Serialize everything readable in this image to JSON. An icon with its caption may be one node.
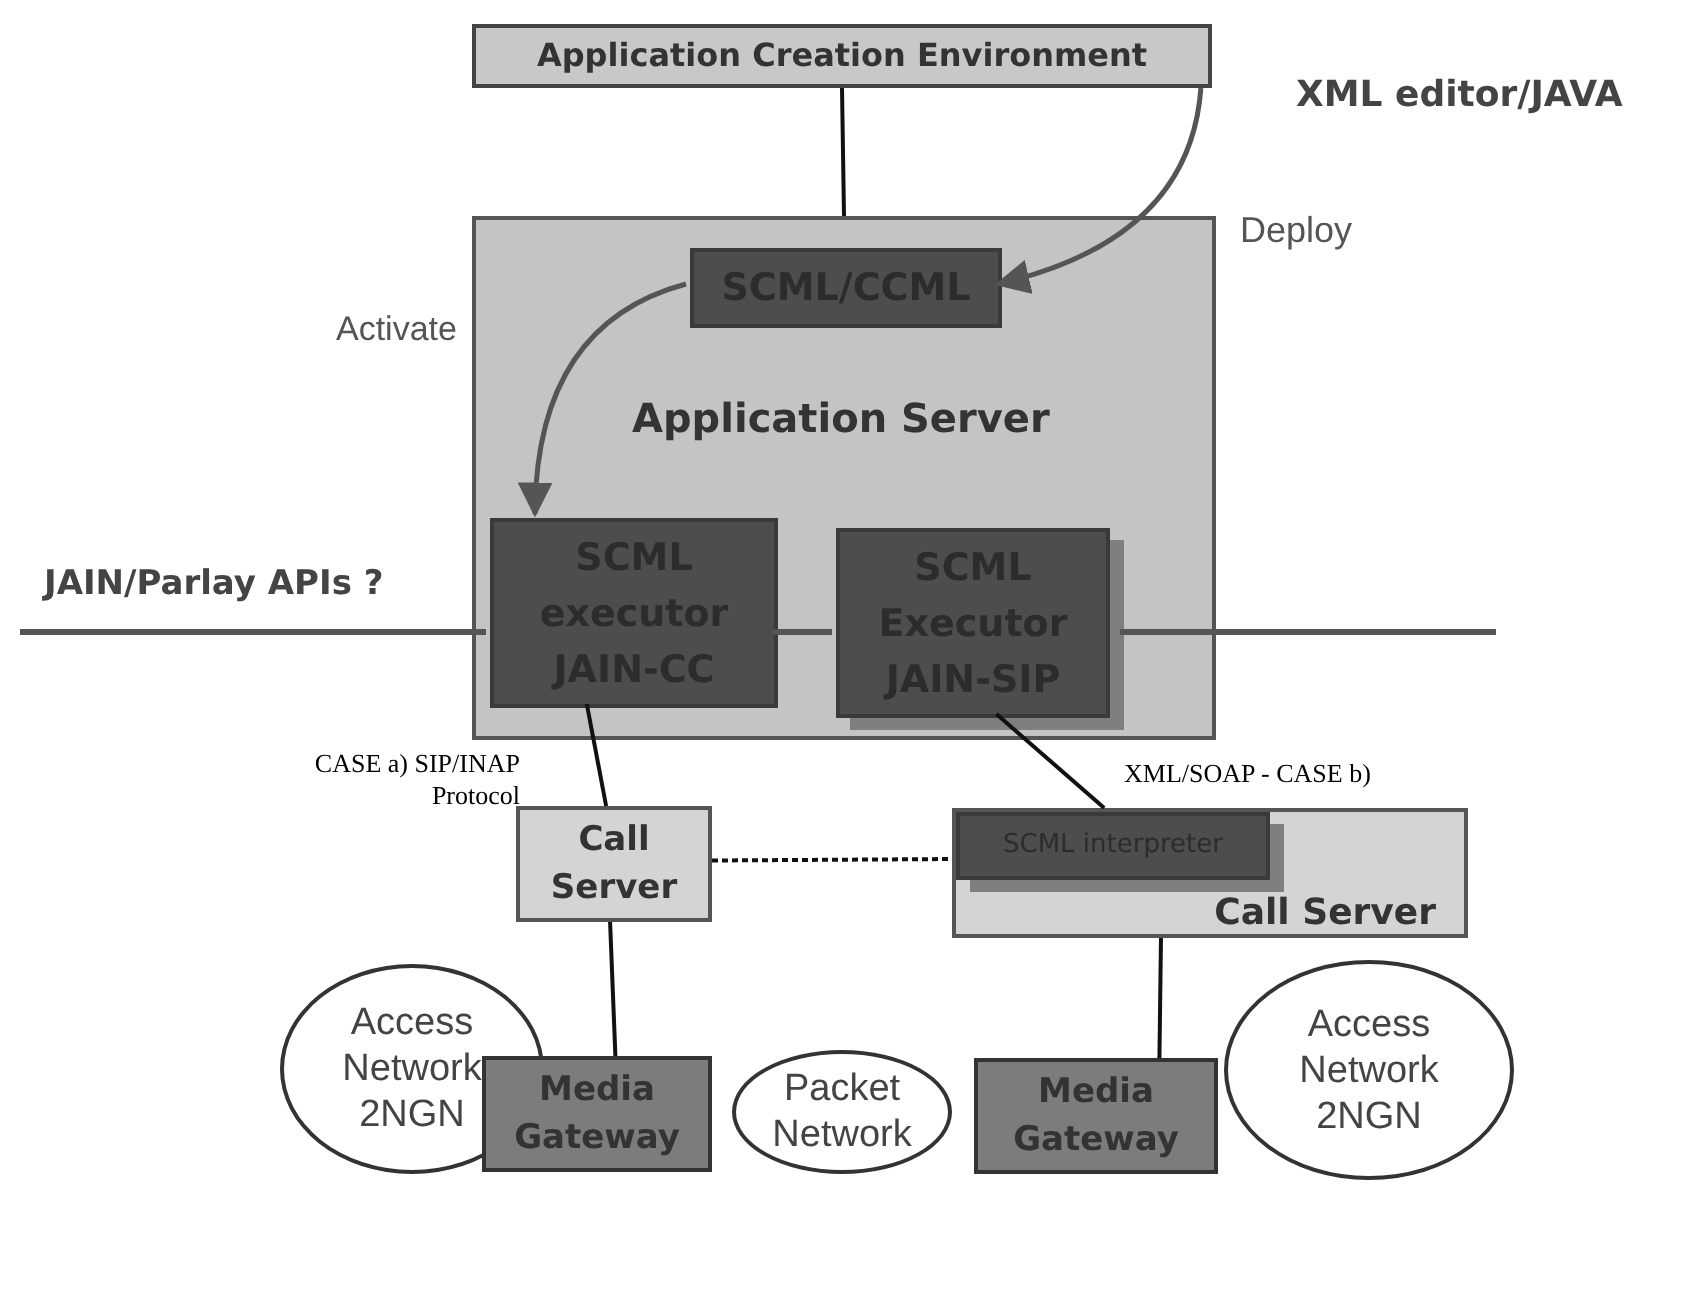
{
  "diagram": {
    "nodes": [
      {
        "text": [
          "Application Creation Environment"
        ]
      },
      {
        "text": [
          "Application Server"
        ]
      },
      {
        "text": [
          "SCML/CCML"
        ],
        "in": 1
      },
      {
        "text": [
          "SCML executor JAIN-CC"
        ],
        "in": 1
      },
      {
        "text": [
          "SCML Executor JAIN-SIP"
        ],
        "in": 1
      },
      {
        "text": [
          "Call Server"
        ]
      },
      {
        "text": [
          "Call Server"
        ]
      },
      {
        "text": [
          "SCML interpreter"
        ],
        "in": 6
      },
      {
        "text": [
          "Access Network 2NGN"
        ]
      },
      {
        "text": [
          "Media Gateway"
        ]
      },
      {
        "text": [
          "Packet Network"
        ]
      },
      {
        "text": [
          "Media Gateway"
        ]
      },
      {
        "text": [
          "Access Network 2NGN"
        ]
      }
    ],
    "edges": [
      {
        "from": 0,
        "to": 1,
        "arrow": "none"
      },
      {
        "from": 0,
        "to": 2,
        "arrow": "to",
        "label": "Deploy"
      },
      {
        "from": 2,
        "to": 3,
        "arrow": "to",
        "label": "Activate"
      },
      {
        "from": 3,
        "to": 5,
        "arrow": "none",
        "label": "CASE a) SIP/INAP Protocol"
      },
      {
        "from": 4,
        "to": 6,
        "arrow": "none",
        "label": "XML/SOAP - CASE b)"
      },
      {
        "from": 5,
        "to": 7,
        "arrow": "none",
        "style": "dashed"
      },
      {
        "from": 5,
        "to": 9,
        "arrow": "none"
      },
      {
        "from": 6,
        "to": 11,
        "arrow": "none"
      }
    ],
    "labels": [
      "XML editor/JAVA",
      "JAIN/Parlay APIs ?"
    ]
  }
}
